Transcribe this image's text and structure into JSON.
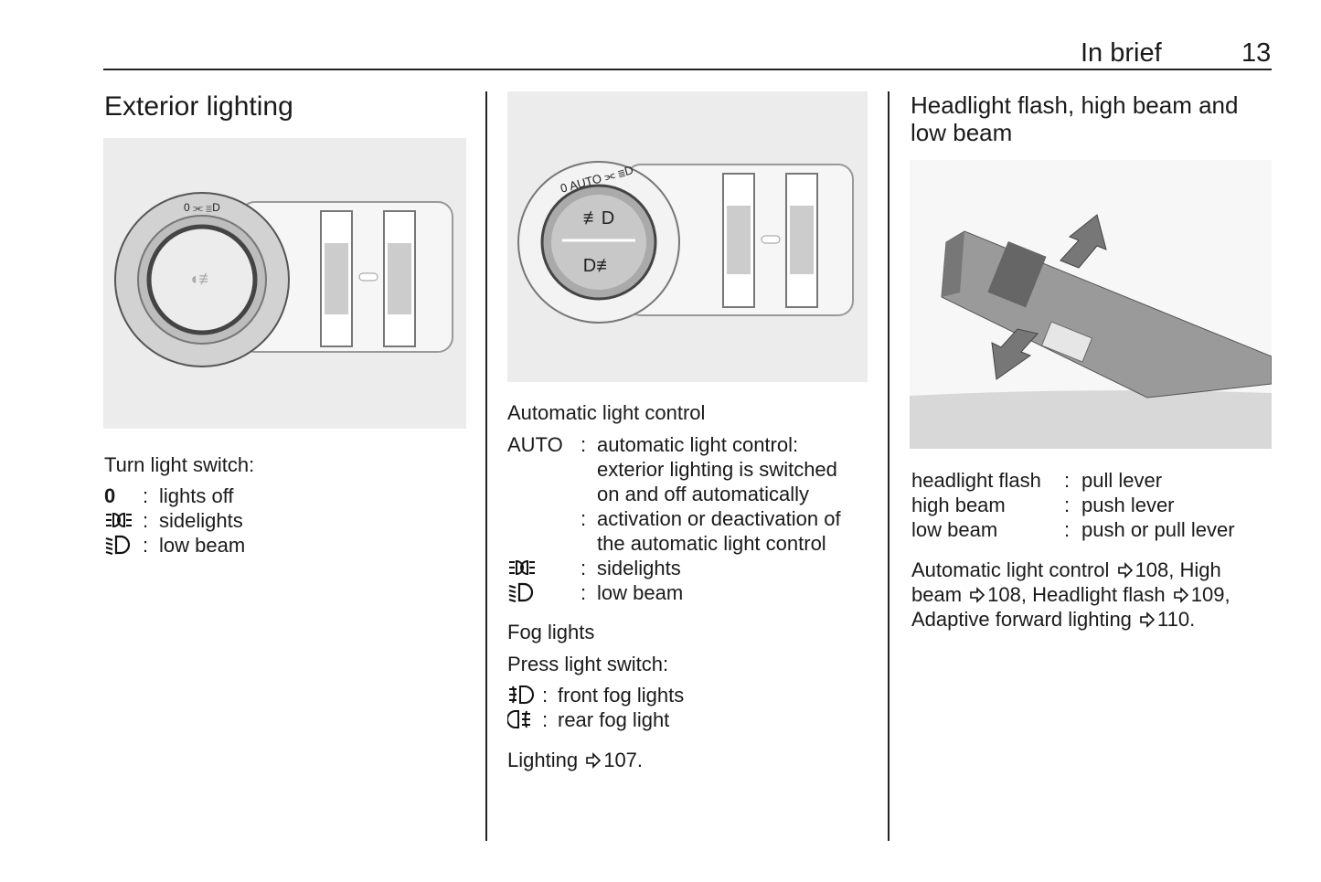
{
  "header": {
    "section": "In brief",
    "page_number": "13"
  },
  "col1": {
    "title": "Exterior lighting",
    "intro": "Turn light switch:",
    "items": [
      {
        "icon": "lights-off-icon",
        "symbol": "0",
        "sep": ":",
        "text": "lights off"
      },
      {
        "icon": "sidelights-icon",
        "sep": ":",
        "text": "sidelights"
      },
      {
        "icon": "low-beam-icon",
        "sep": ":",
        "text": "low beam"
      }
    ]
  },
  "col2": {
    "heading": "Automatic light control",
    "items": [
      {
        "term": "AUTO",
        "sep": ":",
        "lines": [
          "automatic light control:",
          "exterior lighting is switched",
          "on and off automatically"
        ]
      },
      {
        "term": "",
        "sep": ":",
        "lines": [
          "activation or deactivation of",
          "the automatic light control"
        ]
      },
      {
        "icon": "sidelights-icon",
        "sep": ":",
        "lines": [
          "sidelights"
        ]
      },
      {
        "icon": "low-beam-icon",
        "sep": ":",
        "lines": [
          "low beam"
        ]
      }
    ],
    "fog_heading": "Fog lights",
    "fog_intro": "Press light switch:",
    "fog_items": [
      {
        "icon": "front-fog-icon",
        "sep": ":",
        "text": "front fog lights"
      },
      {
        "icon": "rear-fog-icon",
        "sep": ":",
        "text": "rear fog light"
      }
    ],
    "ref_text": "Lighting",
    "ref_page": "107."
  },
  "col3": {
    "heading_line1": "Headlight flash, high beam and",
    "heading_line2": "low beam",
    "rows": [
      {
        "term": "headlight flash",
        "sep": ":",
        "text": "pull lever"
      },
      {
        "term": "high beam",
        "sep": ":",
        "text": "push lever"
      },
      {
        "term": "low beam",
        "sep": ":",
        "text": "push or pull lever"
      }
    ],
    "refs": {
      "a": "Automatic light control",
      "a_page": "108, High",
      "b": "beam",
      "b_page": "108, Headlight flash",
      "c_page": "109,",
      "d": "Adaptive forward lighting",
      "d_page": "110."
    }
  }
}
